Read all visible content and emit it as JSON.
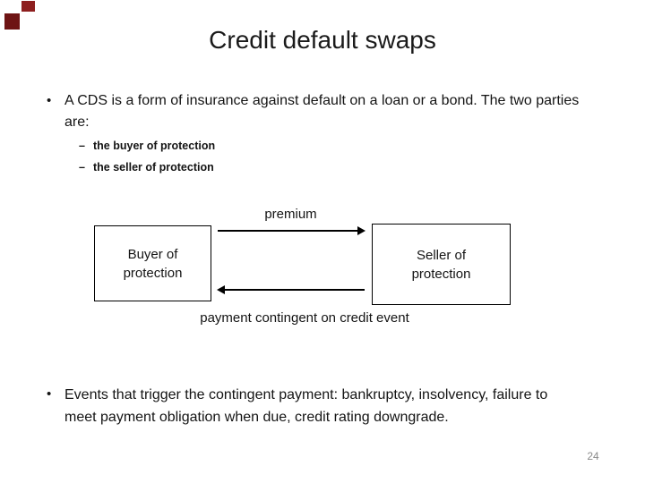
{
  "slide": {
    "title": "Credit default swaps",
    "page_number": "24"
  },
  "decor": {
    "square_small_color": "#8e1f1f",
    "square_large_color": "#6e1414"
  },
  "bullets": {
    "marker": "•",
    "sub_marker": "–",
    "item1": {
      "text": "A CDS is a form of insurance against default on a loan or a bond. The two parties are:",
      "sub_items": [
        {
          "label": "the buyer of protection"
        },
        {
          "label": "the seller of protection"
        }
      ]
    },
    "item2": {
      "text": "Events that trigger the contingent payment: bankruptcy, insolvency, failure to meet payment obligation when due, credit rating downgrade."
    }
  },
  "diagram": {
    "top_arrow_label": "premium",
    "bottom_arrow_label": "payment contingent on credit event",
    "left_box_label": "Buyer of protection",
    "right_box_label": "Seller of protection"
  }
}
